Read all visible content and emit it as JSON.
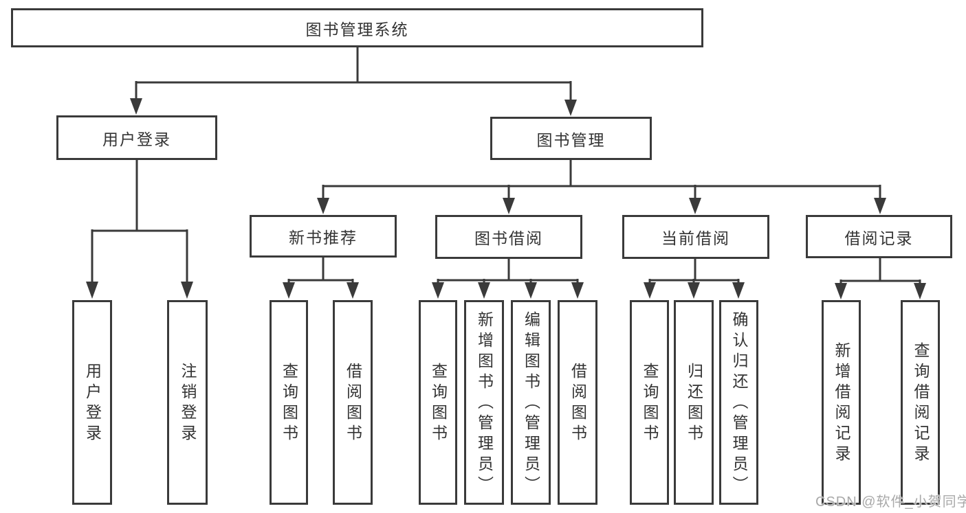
{
  "colors": {
    "line": "#3a3a3a",
    "node_border": "#3a3a3a",
    "node_text": "#333333",
    "background": "#ffffff",
    "watermark_text": "#a9a9a9"
  },
  "tree": {
    "root": {
      "label": "图书管理系统",
      "children": [
        {
          "label": "用户登录",
          "children": [
            {
              "label": "用户登录"
            },
            {
              "label": "注销登录"
            }
          ]
        },
        {
          "label": "图书管理",
          "children": [
            {
              "label": "新书推荐",
              "children": [
                {
                  "label": "查询图书"
                },
                {
                  "label": "借阅图书"
                }
              ]
            },
            {
              "label": "图书借阅",
              "children": [
                {
                  "label": "查询图书"
                },
                {
                  "label": "新增图书（管理员）"
                },
                {
                  "label": "编辑图书（管理员）"
                },
                {
                  "label": "借阅图书"
                }
              ]
            },
            {
              "label": "当前借阅",
              "children": [
                {
                  "label": "查询图书"
                },
                {
                  "label": "归还图书"
                },
                {
                  "label": "确认归还（管理员）"
                }
              ]
            },
            {
              "label": "借阅记录",
              "children": [
                {
                  "label": "新增借阅记录"
                },
                {
                  "label": "查询借阅记录"
                }
              ]
            }
          ]
        }
      ]
    }
  },
  "watermark": {
    "text": "CSDN @软件_小贺同学"
  }
}
